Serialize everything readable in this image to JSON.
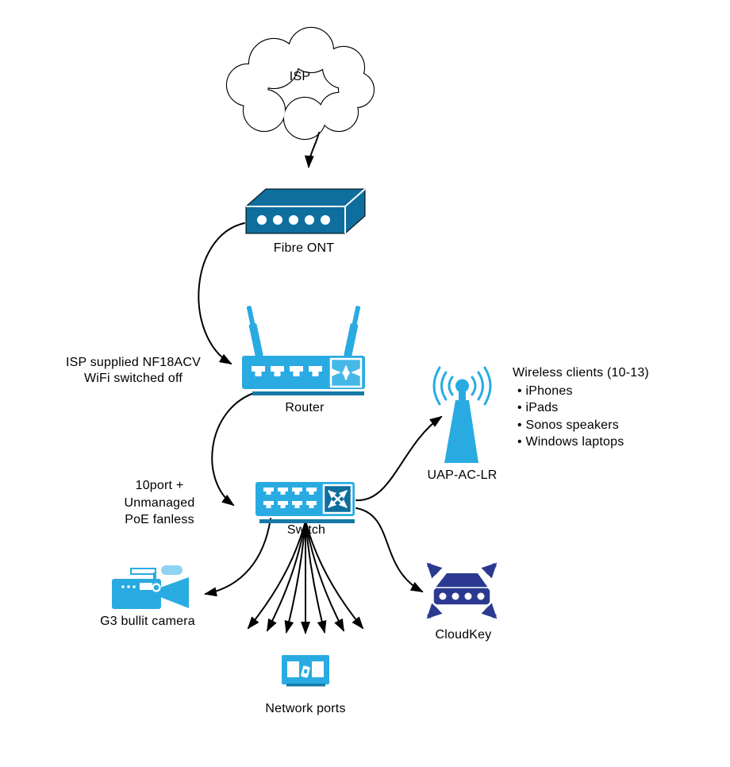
{
  "diagram": {
    "nodes": {
      "isp": {
        "label": "ISP"
      },
      "fibre_ont": {
        "label": "Fibre ONT"
      },
      "router": {
        "label": "Router"
      },
      "switch": {
        "label": "Switch"
      },
      "uap": {
        "label": "UAP-AC-LR"
      },
      "cloudkey": {
        "label": "CloudKey"
      },
      "camera": {
        "label": "G3 bullit camera"
      },
      "network_ports": {
        "label": "Network ports"
      }
    },
    "annotations": {
      "router_note": {
        "line1": "ISP supplied NF18ACV",
        "line2": "WiFi switched off"
      },
      "switch_note": {
        "line1": "10port +",
        "line2": "Unmanaged",
        "line3": "PoE fanless"
      },
      "wireless_clients": {
        "heading": "Wireless clients (10-13)",
        "items": [
          "iPhones",
          "iPads",
          "Sonos speakers",
          "Windows laptops"
        ]
      }
    }
  },
  "colors": {
    "light_blue": "#29ABE2",
    "dark_blue": "#0E6E9E",
    "bar_blue": "#1779A8",
    "navy": "#2B3A90",
    "pale_blue": "#8ED3F1",
    "icon_blue": "#45B8E8",
    "line_black": "#000000"
  }
}
